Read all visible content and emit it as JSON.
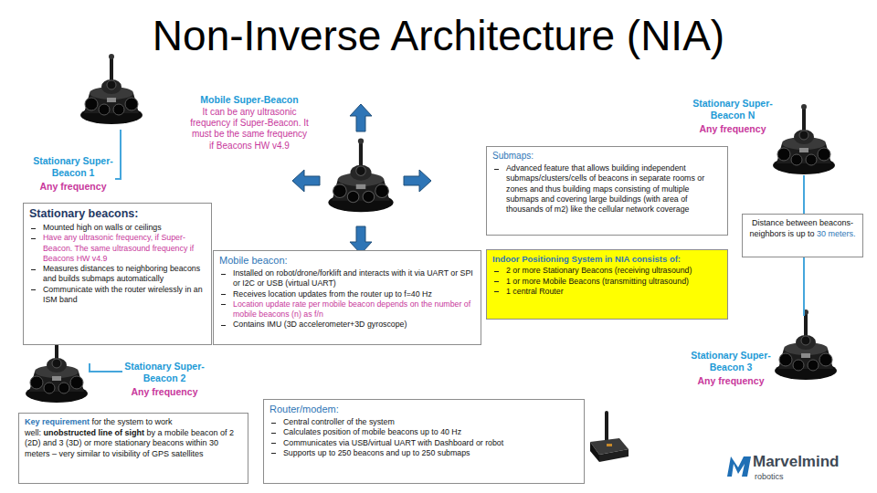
{
  "diagram": {
    "title": "Non-Inverse Architecture (NIA)",
    "nodes": [
      {
        "text": [
          "Stationary beacons:",
          "Mounted high on walls or ceilings",
          "Have any ultrasonic frequency, if Super-Beacon. The same ultrasound frequency if Beacons HW v4.9",
          "Measures distances to neighboring beacons and builds submaps automatically",
          "Communicate with the router wirelessly in an ISM band"
        ]
      },
      {
        "text": [
          "Mobile beacon:",
          "Installed on robot/drone/forklift and interacts with it via UART or SPI or I2C or USB (virtual UART)",
          "Receives location updates from the router up to f=40 Hz",
          "Location update rate per mobile beacon depends on the number of mobile beacons (n) as f/n",
          "Contains IMU (3D accelerometer+3D gyroscope)"
        ]
      },
      {
        "text": [
          "Submaps:",
          "Advanced feature that allows building independent submaps/clusters/cells of beacons in separate rooms or zones and thus building maps consisting of multiple submaps and covering large buildings (with area of thousands of m2) like the cellular network coverage"
        ]
      },
      {
        "text": [
          "Indoor Positioning System in NIA consists of:",
          "2 or more Stationary Beacons (receiving ultrasound)",
          "1 or more Mobile Beacons (transmitting ultrasound)",
          "1 central Router"
        ]
      },
      {
        "text": [
          "Distance between beacons-neighbors is up to",
          "30 meters."
        ]
      },
      {
        "text": [
          "Key requirement",
          "for the system to work well:",
          "unobstructed line of sight",
          "by a mobile beacon of 2 (2D) and 3 (3D) or more stationary beacons within 30 meters – very similar to visibility of GPS satellites"
        ]
      },
      {
        "text": [
          "Router/modem:",
          "Central controller of the system",
          "Calculates position of mobile beacons up to 40 Hz",
          "Communicates via USB/virtual UART with Dashboard or robot",
          "Supports up to 250 beacons and up to 250 submaps"
        ]
      }
    ],
    "labels": [
      "Mobile Super-Beacon",
      "It can be any ultrasonic frequency if Super-Beacon. It must be the same frequency if Beacons HW v4.9",
      "Stationary Super-Beacon 1",
      "Any frequency",
      "Stationary Super-Beacon N",
      "Any frequency",
      "Stationary Super-Beacon 2",
      "Any frequency",
      "Stationary Super-Beacon 3",
      "Any frequency",
      "Marvelmind",
      "robotics"
    ]
  }
}
